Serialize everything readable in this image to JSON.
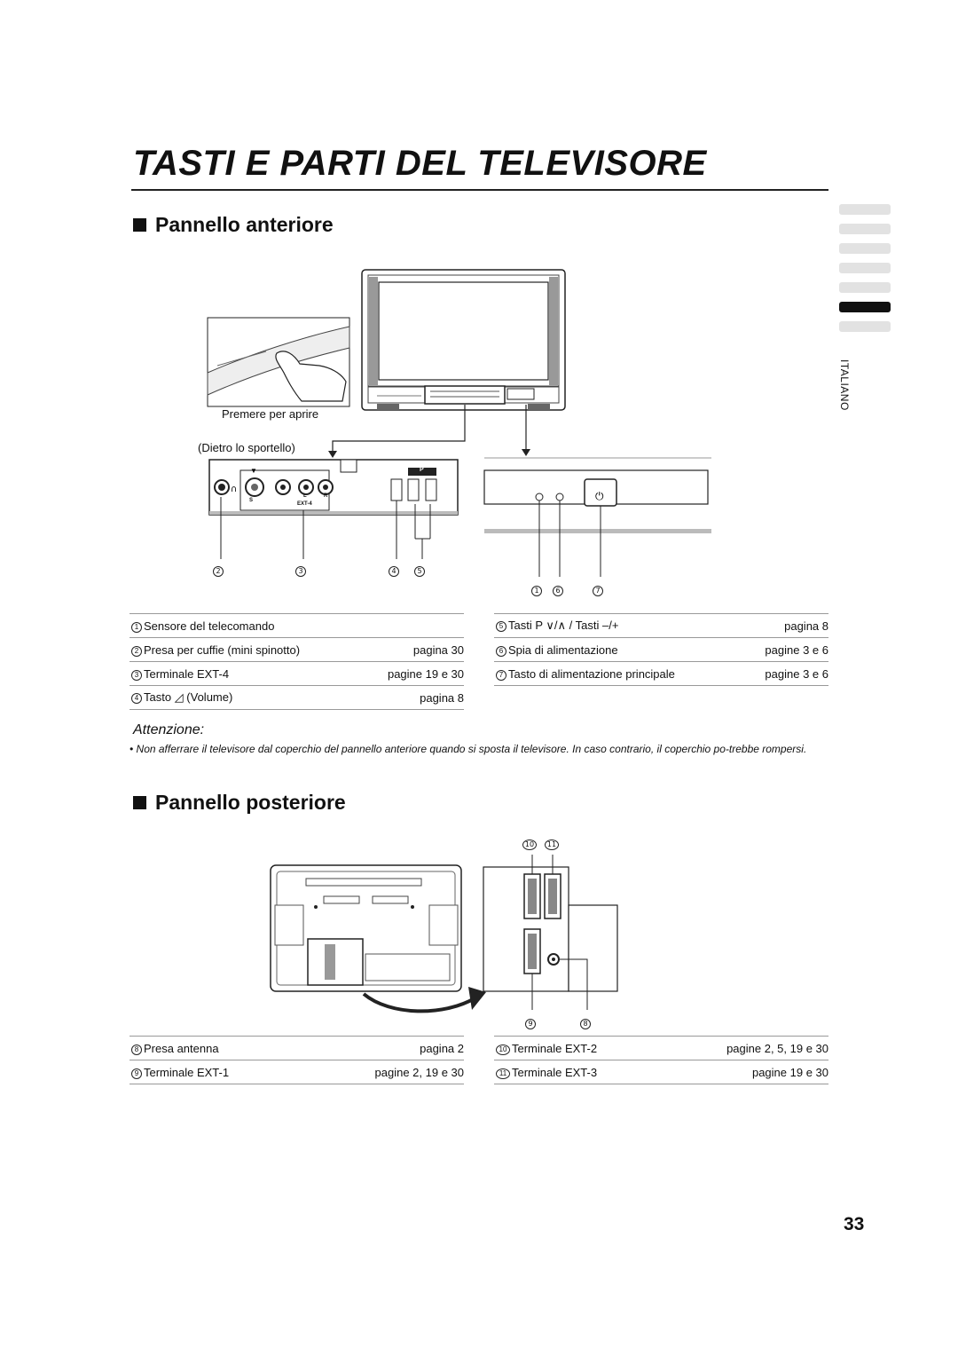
{
  "page": {
    "title": "TASTI E PARTI DEL TELEVISORE",
    "page_number": "33",
    "language_tab": "ITALIANO"
  },
  "front_panel": {
    "heading": "Pannello anteriore",
    "press_to_open": "Premere per aprire",
    "behind_door": "(Dietro lo sportello)",
    "door_markings": {
      "s_video": "S",
      "l": "L",
      "r": "R",
      "ext4": "EXT-4",
      "p": "P"
    },
    "callouts": {
      "c1": "1",
      "c2": "2",
      "c3": "3",
      "c4": "4",
      "c5": "5",
      "c6": "6",
      "c7": "7"
    },
    "legend_left": [
      {
        "num": "1",
        "label": "Sensore del telecomando",
        "page": ""
      },
      {
        "num": "2",
        "label": "Presa per cuffie (mini spinotto)",
        "page": "pagina 30"
      },
      {
        "num": "3",
        "label": "Terminale EXT-4",
        "page": "pagine 19 e 30"
      },
      {
        "num": "4",
        "label": "Tasto ◿ (Volume)",
        "page": "pagina 8"
      }
    ],
    "legend_right": [
      {
        "num": "5",
        "label": "Tasti P ∨/∧ / Tasti –/+",
        "page": "pagina 8"
      },
      {
        "num": "6",
        "label": "Spia di alimentazione",
        "page": "pagine 3 e 6"
      },
      {
        "num": "7",
        "label": "Tasto di alimentazione principale",
        "page": "pagine 3 e 6"
      }
    ]
  },
  "attention": {
    "title": "Attenzione:",
    "text": "• Non afferrare il televisore dal coperchio del pannello anteriore quando si sposta il televisore. In caso contrario, il coperchio po-trebbe rompersi."
  },
  "rear_panel": {
    "heading": "Pannello posteriore",
    "callouts": {
      "c8": "8",
      "c9": "9",
      "c10": "10",
      "c11": "11"
    },
    "legend_left": [
      {
        "num": "8",
        "label": "Presa antenna",
        "page": "pagina 2"
      },
      {
        "num": "9",
        "label": "Terminale EXT-1",
        "page": "pagine 2, 19 e 30"
      }
    ],
    "legend_right": [
      {
        "num": "10",
        "label": "Terminale EXT-2",
        "page": "pagine 2, 5, 19 e 30"
      },
      {
        "num": "11",
        "label": "Terminale EXT-3",
        "page": "pagine 19 e 30"
      }
    ]
  }
}
